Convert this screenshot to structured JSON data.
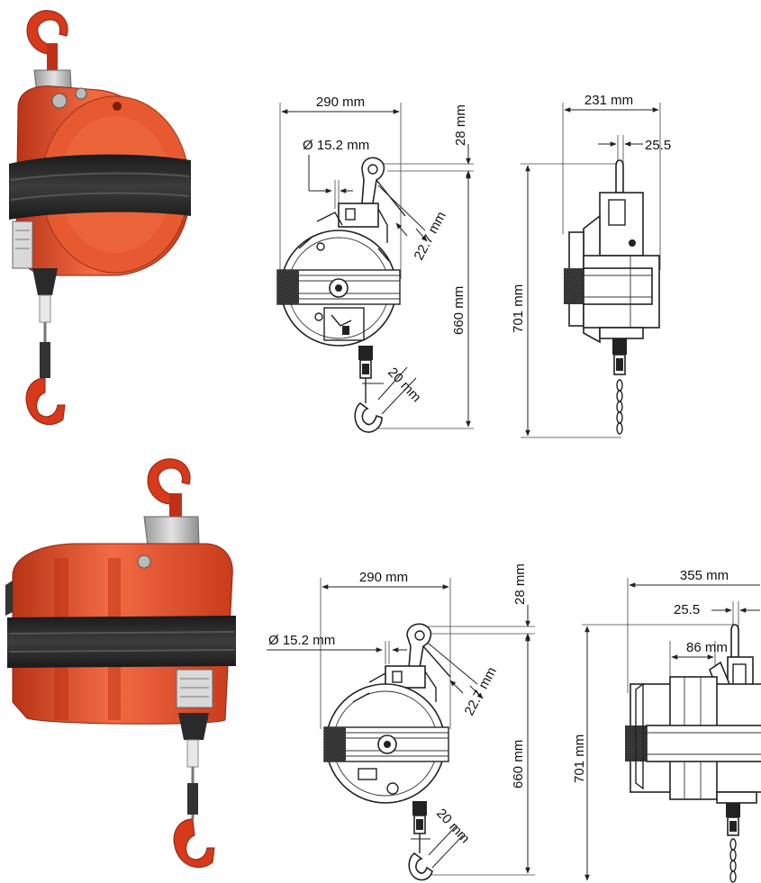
{
  "colors": {
    "housing": "#e04a26",
    "housing_dark": "#b83417",
    "housing_light": "#f26b44",
    "strap": "#2c2c2c",
    "metal": "#c8c8c8",
    "line": "#222222"
  },
  "top_unit": {
    "front_view": {
      "width_label": "290 mm",
      "hook_dim_label": "28 mm",
      "cable_dia_label": "Ø 15.2 mm",
      "hook_opening_label": "22.7 mm",
      "body_height_label": "660 mm",
      "lower_hook_label": "20 mm"
    },
    "side_view": {
      "width_label": "231 mm",
      "offset_label": "25.5",
      "total_height_label": "701 mm"
    }
  },
  "bottom_unit": {
    "front_view": {
      "width_label": "290 mm",
      "hook_dim_label": "28 mm",
      "cable_dia_label": "Ø 15.2 mm",
      "hook_opening_label": "22.7 mm",
      "body_height_label": "660 mm",
      "lower_hook_label": "20 mm"
    },
    "side_view": {
      "width_label": "355 mm",
      "offset_label": "25.5",
      "inner_label": "86 mm",
      "total_height_label": "701 mm"
    }
  }
}
